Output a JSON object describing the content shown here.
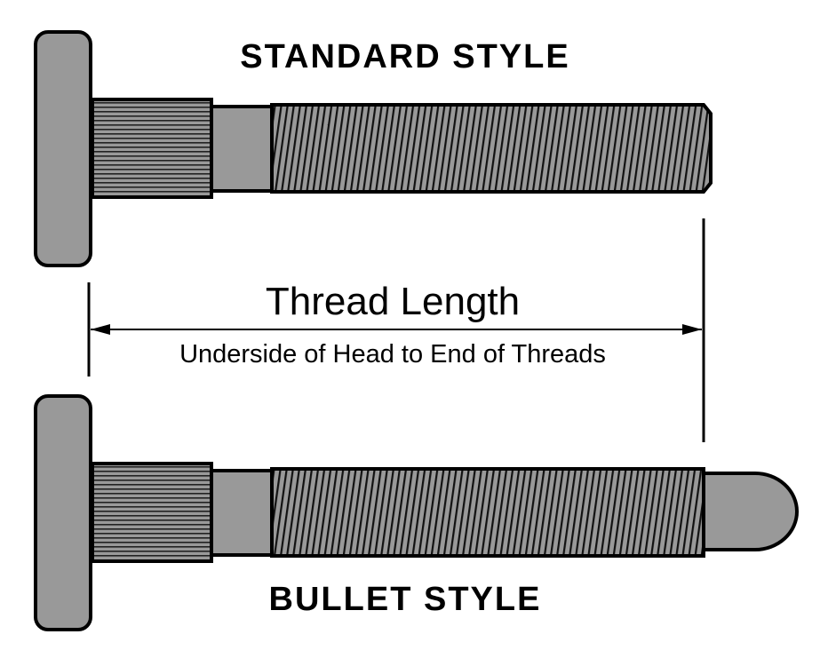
{
  "labels": {
    "standard_title": "STANDARD STYLE",
    "bullet_title": "BULLET STYLE",
    "dimension_title": "Thread Length",
    "dimension_subtitle": "Underside of Head to End of Threads"
  },
  "colors": {
    "metal": "#999999",
    "outline": "#000000",
    "background": "#ffffff"
  },
  "parts": [
    {
      "name": "standard-stud",
      "tip": "flat"
    },
    {
      "name": "bullet-stud",
      "tip": "rounded"
    }
  ]
}
